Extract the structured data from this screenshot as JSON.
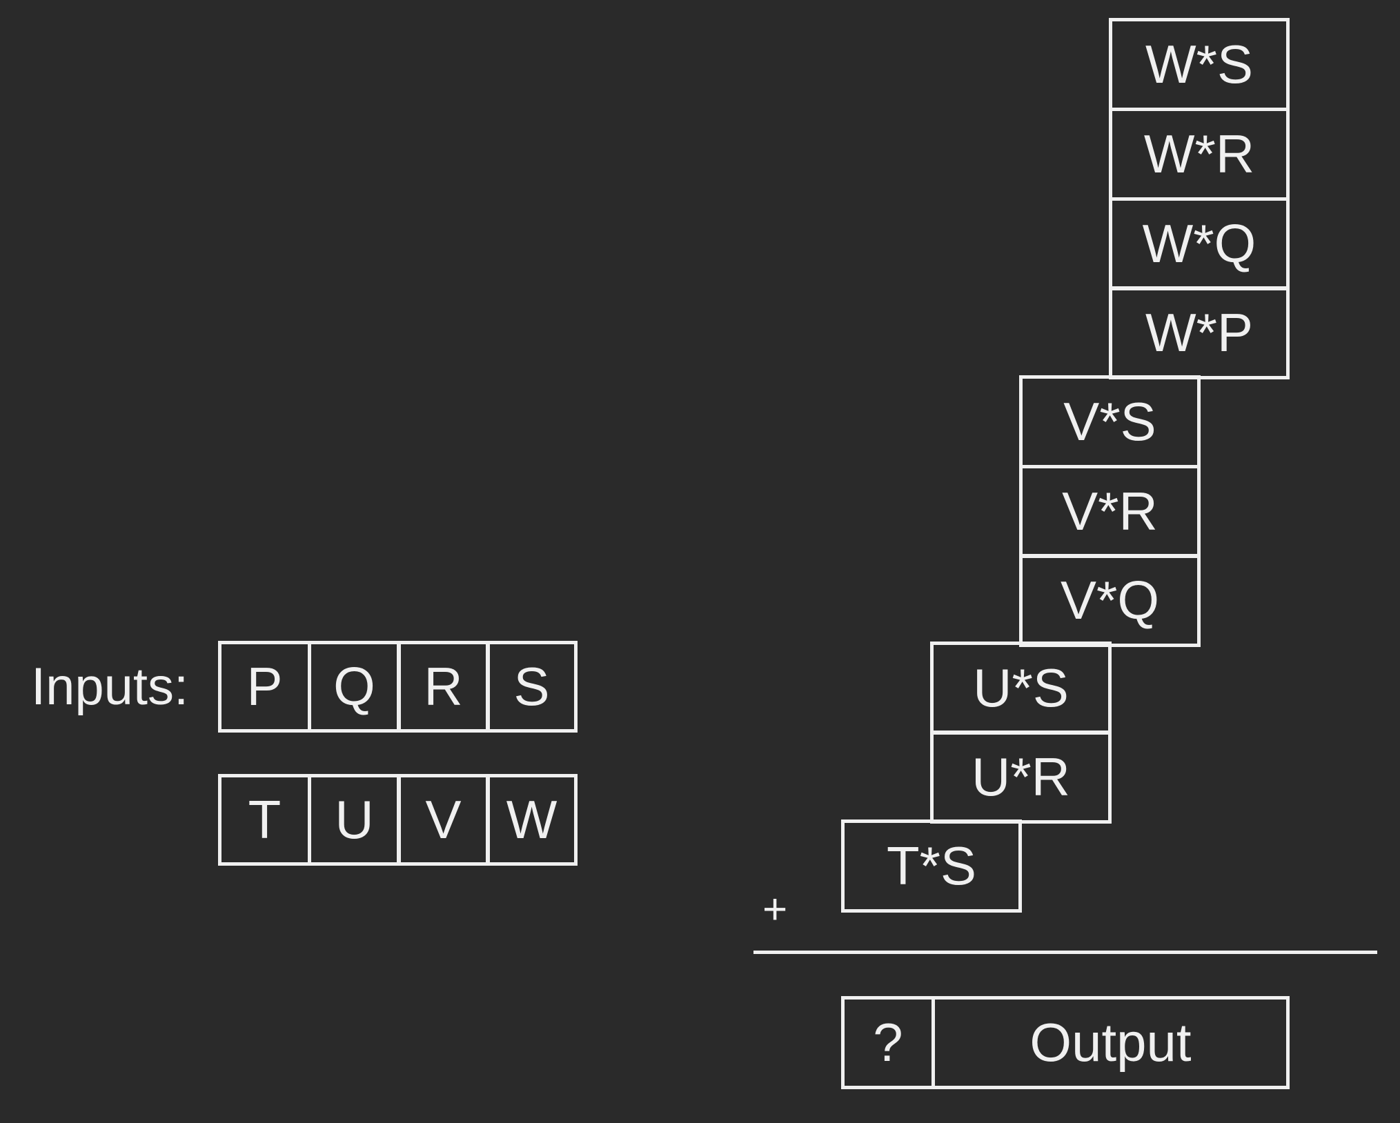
{
  "inputs": {
    "label": "Inputs:",
    "row1": [
      "P",
      "Q",
      "R",
      "S"
    ],
    "row2": [
      "T",
      "U",
      "V",
      "W"
    ]
  },
  "partial_products": {
    "W": [
      "W*S",
      "W*R",
      "W*Q",
      "W*P"
    ],
    "V": [
      "V*S",
      "V*R",
      "V*Q"
    ],
    "U": [
      "U*S",
      "U*R"
    ],
    "T": [
      "T*S"
    ]
  },
  "operator": "+",
  "output": {
    "unknown": "?",
    "label": "Output"
  }
}
